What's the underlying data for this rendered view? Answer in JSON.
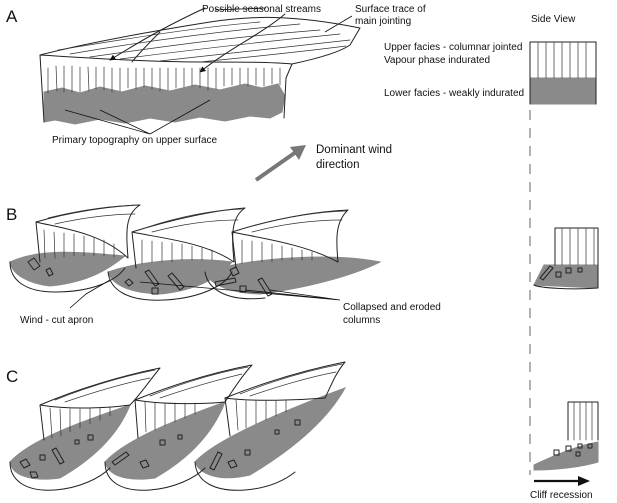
{
  "panels": {
    "a": "A",
    "b": "B",
    "c": "C"
  },
  "side_view_title": "Side View",
  "labels": {
    "streams": "Possible seasonal streams",
    "jointing_1": "Surface trace of",
    "jointing_2": "main jointing",
    "upper_1": "Upper facies - columnar jointed",
    "upper_2": "Vapour phase indurated",
    "lower": "Lower facies - weakly indurated",
    "topography": "Primary topography on upper surface",
    "wind_1": "Dominant wind",
    "wind_2": "direction",
    "apron": "Wind - cut apron",
    "collapsed_1": "Collapsed and eroded",
    "collapsed_2": "columns",
    "recession": "Cliff recession"
  },
  "colors": {
    "ink": "#222222",
    "facies_grey": "#8a8a8a",
    "wind_arrow": "#777777"
  }
}
